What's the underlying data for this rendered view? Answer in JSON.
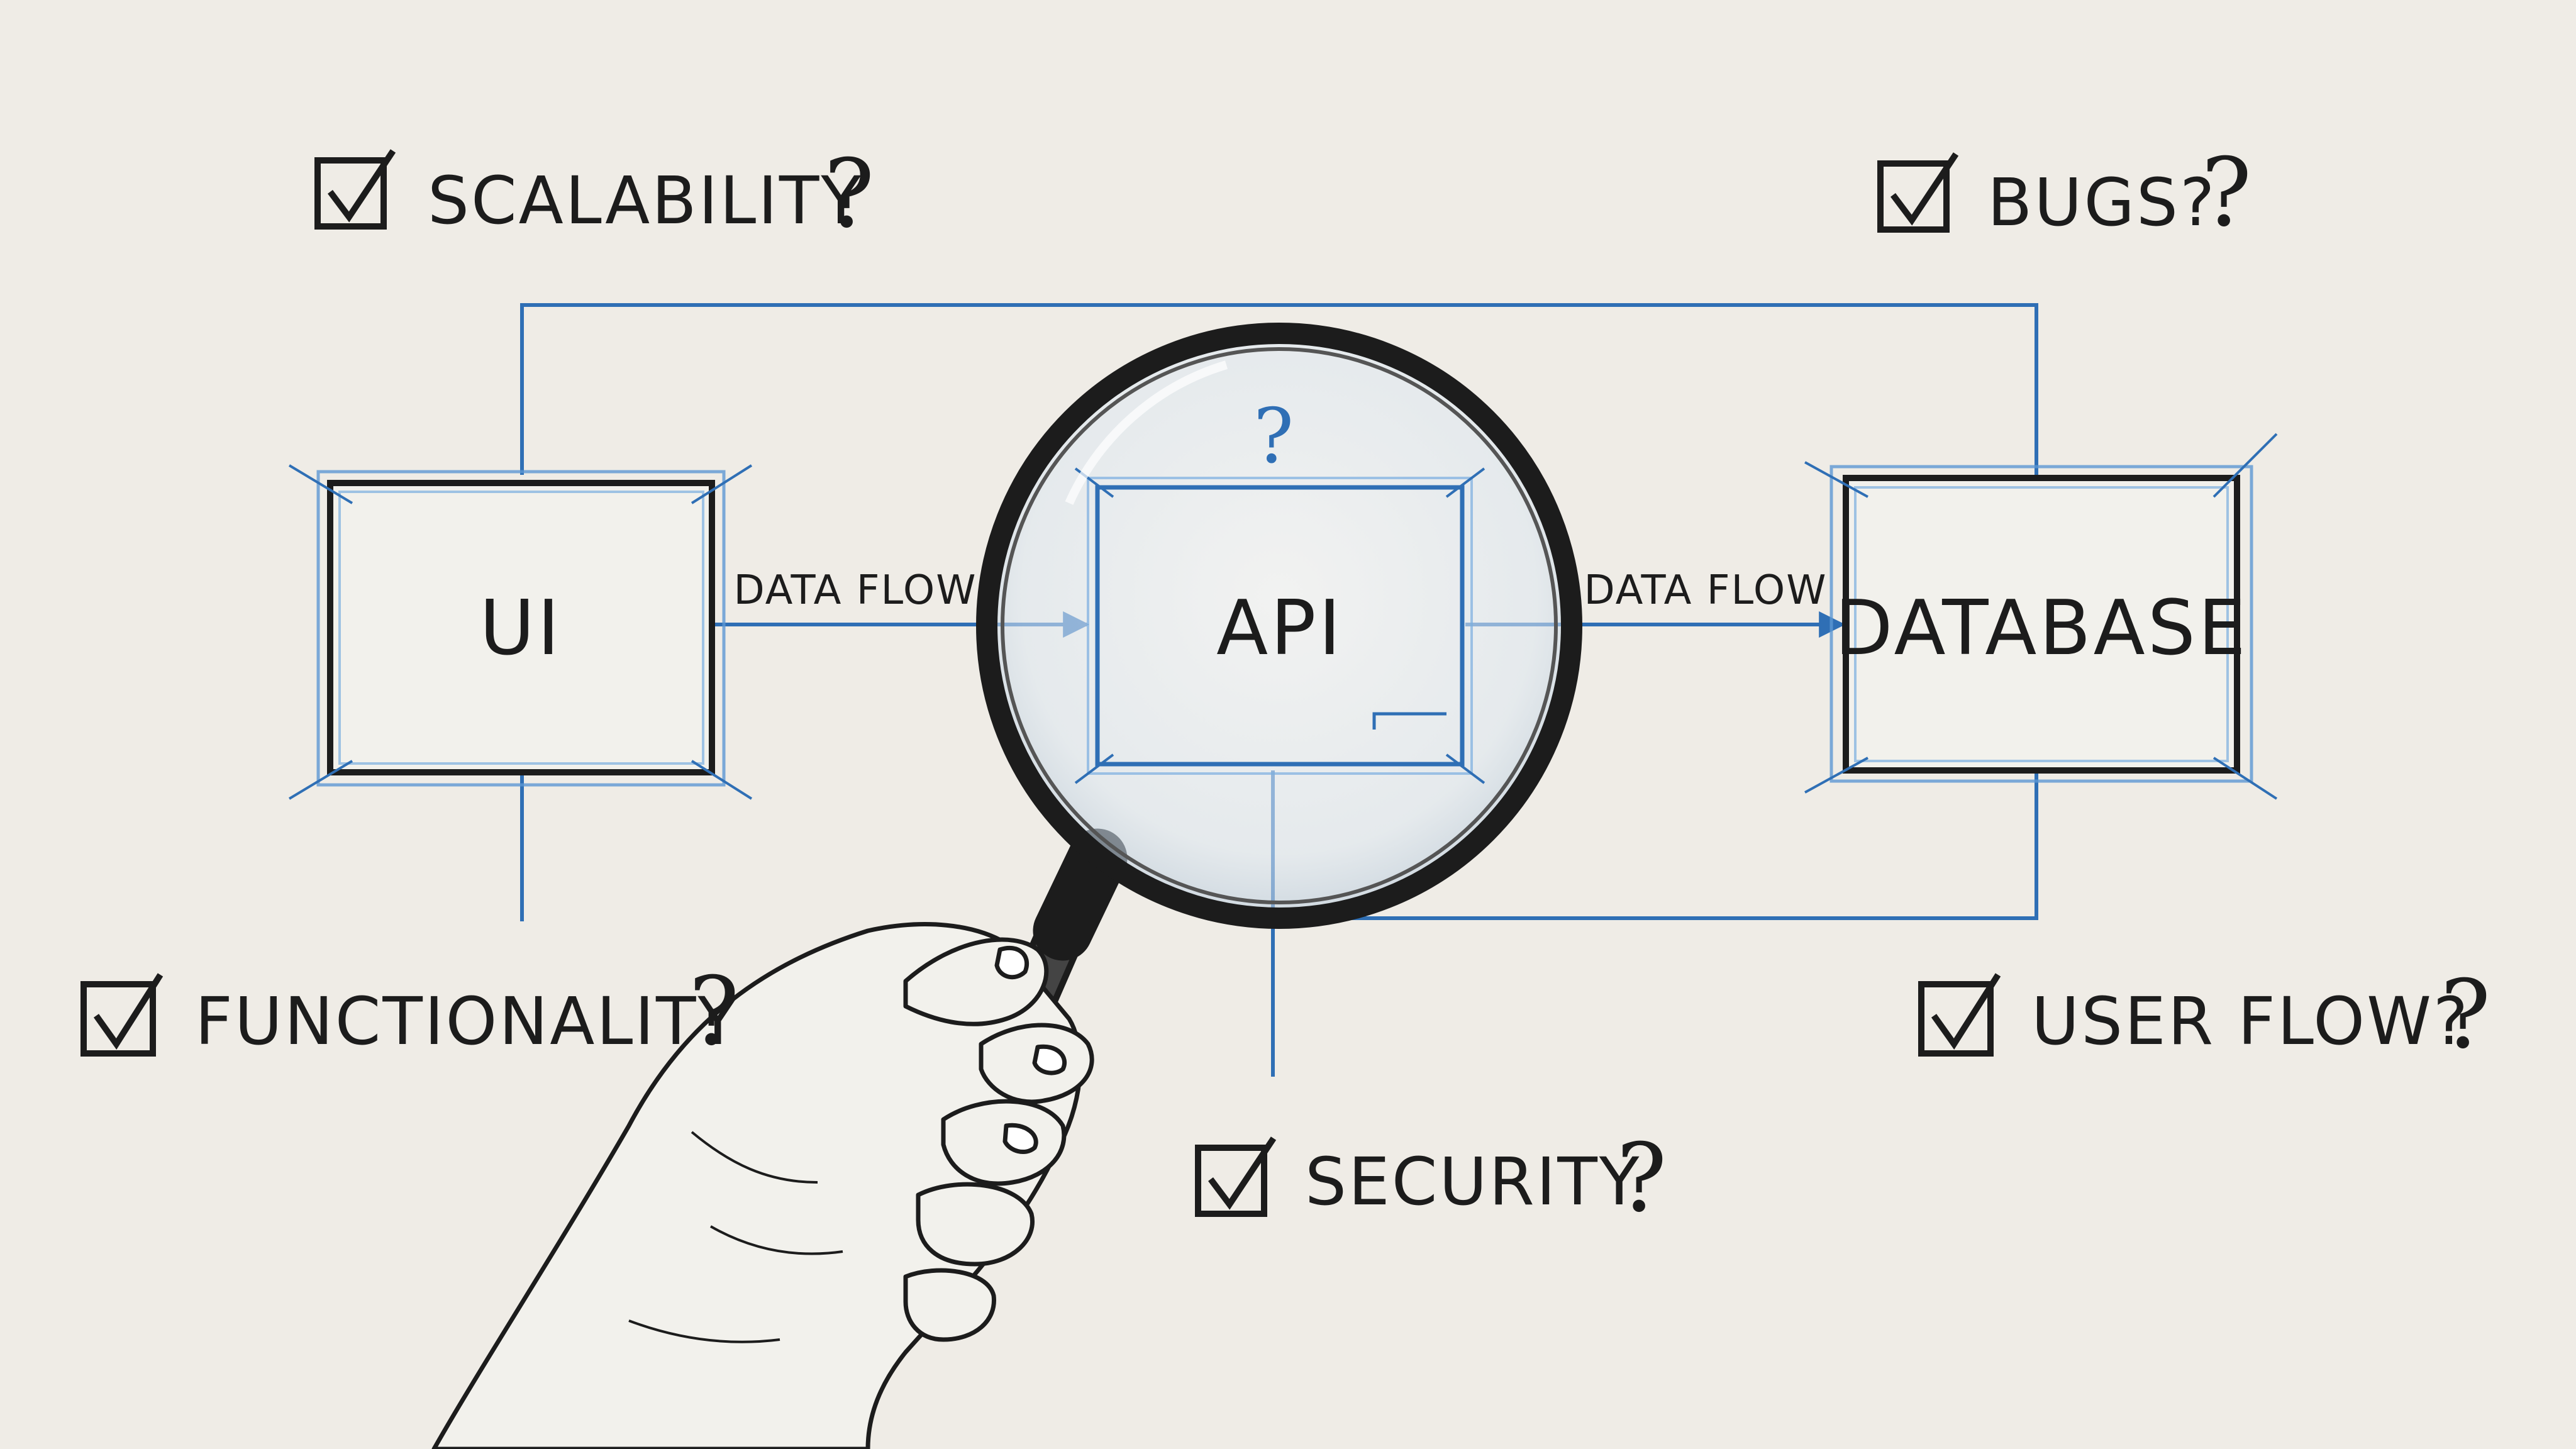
{
  "diagram": {
    "nodes": [
      {
        "id": "ui",
        "label": "UI"
      },
      {
        "id": "api",
        "label": "API"
      },
      {
        "id": "database",
        "label": "DATABASE"
      }
    ],
    "edges": [
      {
        "from": "ui",
        "to": "api",
        "label": "DATA FLOW"
      },
      {
        "from": "api",
        "to": "database",
        "label": "DATA FLOW"
      }
    ],
    "api_question_mark": "?",
    "checklist": [
      {
        "id": "scalability",
        "label": "SCALABILITY",
        "mark": "?"
      },
      {
        "id": "bugs",
        "label": "BUGS?",
        "mark": "?"
      },
      {
        "id": "functionality",
        "label": "FUNCTIONALITY",
        "mark": "?"
      },
      {
        "id": "security",
        "label": "SECURITY",
        "mark": "?"
      },
      {
        "id": "user-flow",
        "label": "USER FLOW?",
        "mark": "?"
      }
    ]
  },
  "colors": {
    "background": "#efece6",
    "line_blue": "#2f6fb5",
    "ink": "#1c1c1c"
  },
  "icons": [
    "checkbox-checked-icon",
    "magnifying-glass-icon",
    "hand-icon"
  ]
}
